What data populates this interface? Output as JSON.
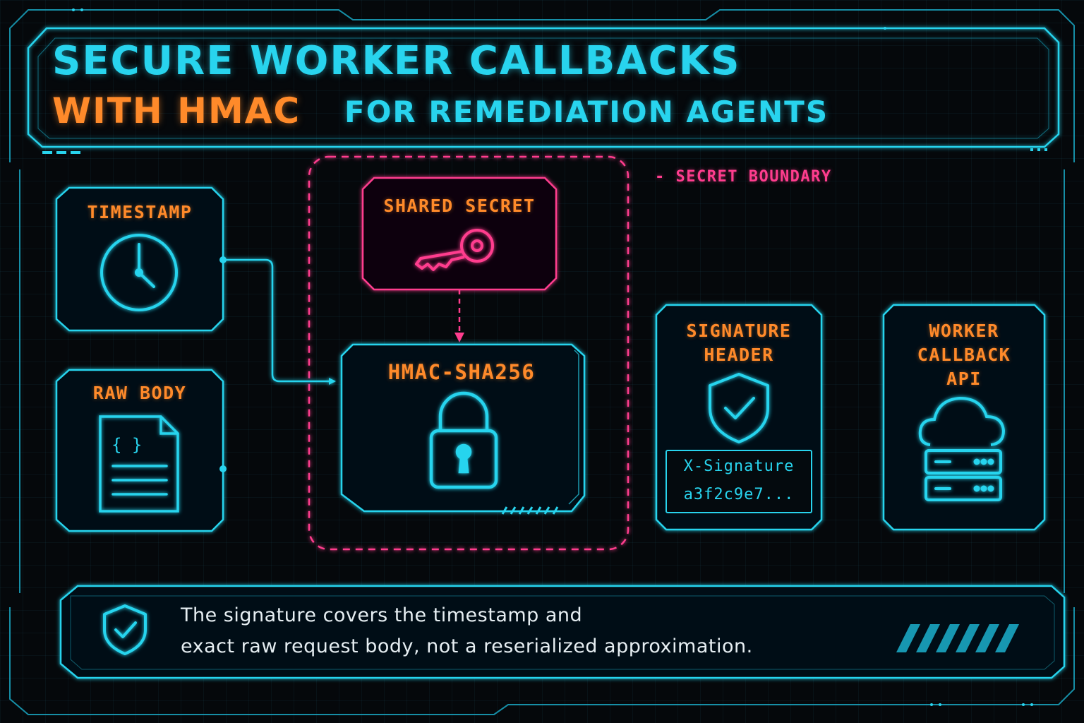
{
  "title": {
    "line1": "SECURE WORKER CALLBACKS",
    "line2_highlight": "WITH HMAC",
    "line2_rest": "FOR REMEDIATION AGENTS"
  },
  "boundary": {
    "label": "- SECRET BOUNDARY"
  },
  "nodes": {
    "timestamp": {
      "label": "TIMESTAMP",
      "icon": "clock-icon"
    },
    "raw_body": {
      "label": "RAW BODY",
      "icon": "json-document-icon"
    },
    "shared_secret": {
      "label": "SHARED SECRET",
      "icon": "key-icon"
    },
    "hmac": {
      "label": "HMAC-SHA256",
      "icon": "padlock-icon"
    },
    "signature_header": {
      "label_line1": "SIGNATURE",
      "label_line2": "HEADER",
      "icon": "shield-check-icon",
      "header_name": "X-Signature",
      "header_value": "a3f2c9e7..."
    },
    "worker_api": {
      "label_line1": "WORKER",
      "label_line2": "CALLBACK",
      "label_line3": "API",
      "icon": "cloud-server-icon"
    }
  },
  "note": {
    "icon": "shield-check-icon",
    "line1": "The signature covers the timestamp and",
    "line2": "exact raw request body, not a reserialized approximation."
  },
  "colors": {
    "cyan": "#28d4ee",
    "orange": "#ff8a2a",
    "pink": "#ff3d8e",
    "background": "#05080b"
  }
}
